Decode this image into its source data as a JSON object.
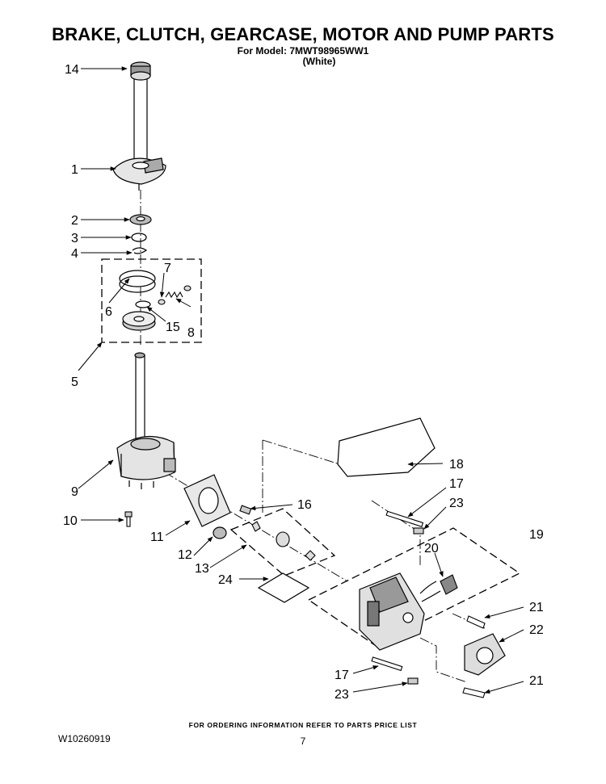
{
  "title": "BRAKE, CLUTCH, GEARCASE, MOTOR AND PUMP PARTS",
  "subtitle_model": "For Model: 7MWT98965WW1",
  "subtitle_color": "(White)",
  "footer_note": "FOR ORDERING INFORMATION REFER TO PARTS PRICE LIST",
  "doc_id": "W10260919",
  "page_number": "7",
  "callouts": {
    "c14": "14",
    "c1": "1",
    "c2": "2",
    "c3": "3",
    "c4": "4",
    "c7": "7",
    "c6": "6",
    "c15": "15",
    "c8": "8",
    "c5": "5",
    "c18": "18",
    "c17a": "17",
    "c23a": "23",
    "c16": "16",
    "c19": "19",
    "c9": "9",
    "c10": "10",
    "c11": "11",
    "c20": "20",
    "c12": "12",
    "c13": "13",
    "c24": "24",
    "c21a": "21",
    "c22": "22",
    "c17b": "17",
    "c21b": "21",
    "c23b": "23"
  }
}
